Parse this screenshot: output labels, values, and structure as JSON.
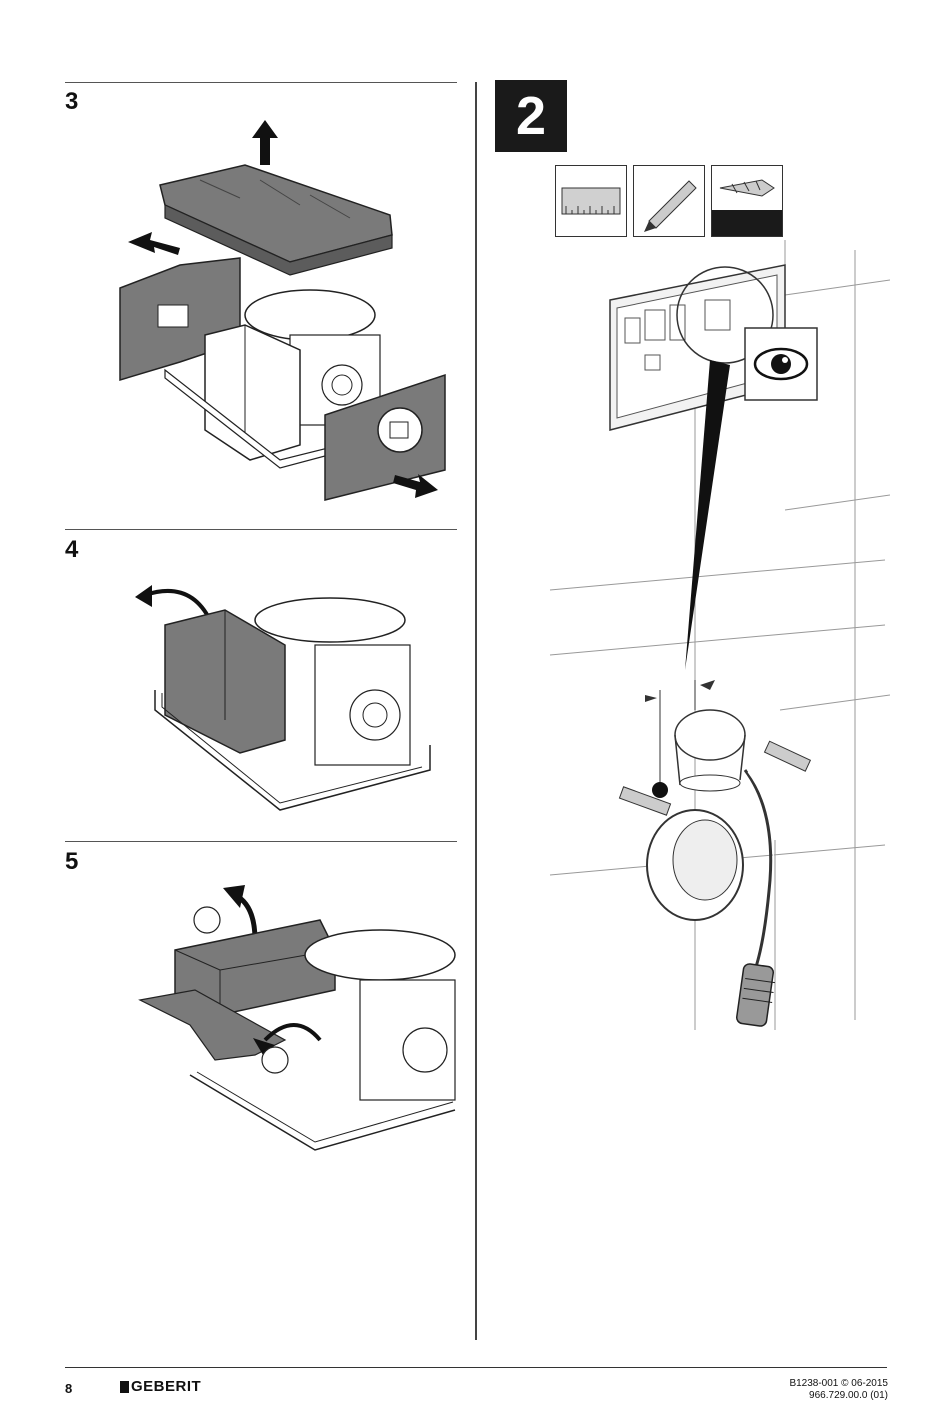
{
  "steps": {
    "step3": "3",
    "step4": "4",
    "step5": "5",
    "step2": "2"
  },
  "footer": {
    "page_number": "8",
    "brand": "GEBERIT",
    "doc_ref": "B1238-001 © 06-2015",
    "doc_code": "966.729.00.0 (01)"
  }
}
